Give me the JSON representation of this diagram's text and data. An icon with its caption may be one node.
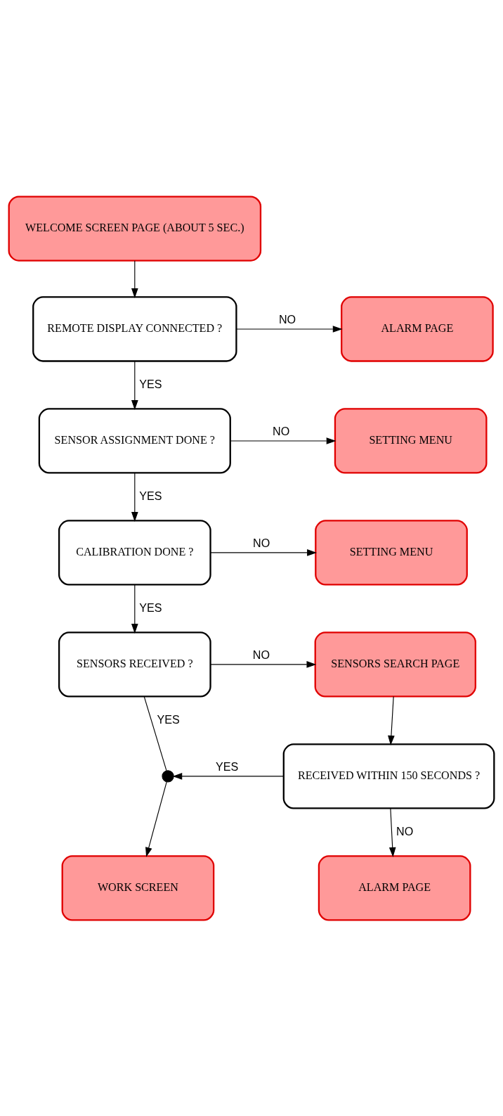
{
  "diagram": {
    "nodes": [
      {
        "text": [
          "WELCOME SCREEN PAGE (ABOUT 5 SEC.)"
        ]
      },
      {
        "text": [
          "ALARM PAGE"
        ]
      },
      {
        "text": [
          "REMOTE DISPLAY CONNECTED ?"
        ]
      },
      {
        "text": [
          "SETTING MENU"
        ]
      },
      {
        "text": [
          "SENSOR ASSIGNMENT DONE ?"
        ]
      },
      {
        "text": [
          "SETTING MENU"
        ]
      },
      {
        "text": [
          "CALIBRATION DONE ?"
        ]
      },
      {
        "text": [
          "SENSORS SEARCH PAGE"
        ]
      },
      {
        "text": [
          "SENSORS RECEIVED ?"
        ]
      },
      {
        "text": [
          "RECEIVED WITHIN 150 SECONDS ?"
        ]
      },
      {
        "text": [],
        "shape": "circle"
      },
      {
        "text": [
          "ALARM PAGE"
        ]
      },
      {
        "text": [
          "WORK SCREEN"
        ]
      }
    ],
    "edges": [
      {
        "from": 0,
        "to": 2,
        "arrow": "to"
      },
      {
        "from": 2,
        "to": 1,
        "arrow": "to",
        "label": "NO"
      },
      {
        "from": 2,
        "to": 4,
        "arrow": "to",
        "label": "YES"
      },
      {
        "from": 4,
        "to": 3,
        "arrow": "to",
        "label": "NO"
      },
      {
        "from": 4,
        "to": 6,
        "arrow": "to",
        "label": "YES"
      },
      {
        "from": 6,
        "to": 5,
        "arrow": "to",
        "label": "NO"
      },
      {
        "from": 6,
        "to": 8,
        "arrow": "to",
        "label": "YES"
      },
      {
        "from": 8,
        "to": 7,
        "arrow": "to",
        "label": "NO"
      },
      {
        "from": 8,
        "to": 10,
        "arrow": "none",
        "label": "YES"
      },
      {
        "from": 7,
        "to": 9,
        "arrow": "to"
      },
      {
        "from": 9,
        "to": 10,
        "arrow": "to",
        "label": "YES"
      },
      {
        "from": 10,
        "to": 12,
        "arrow": "to"
      },
      {
        "from": 9,
        "to": 11,
        "arrow": "to",
        "label": "NO"
      }
    ]
  }
}
